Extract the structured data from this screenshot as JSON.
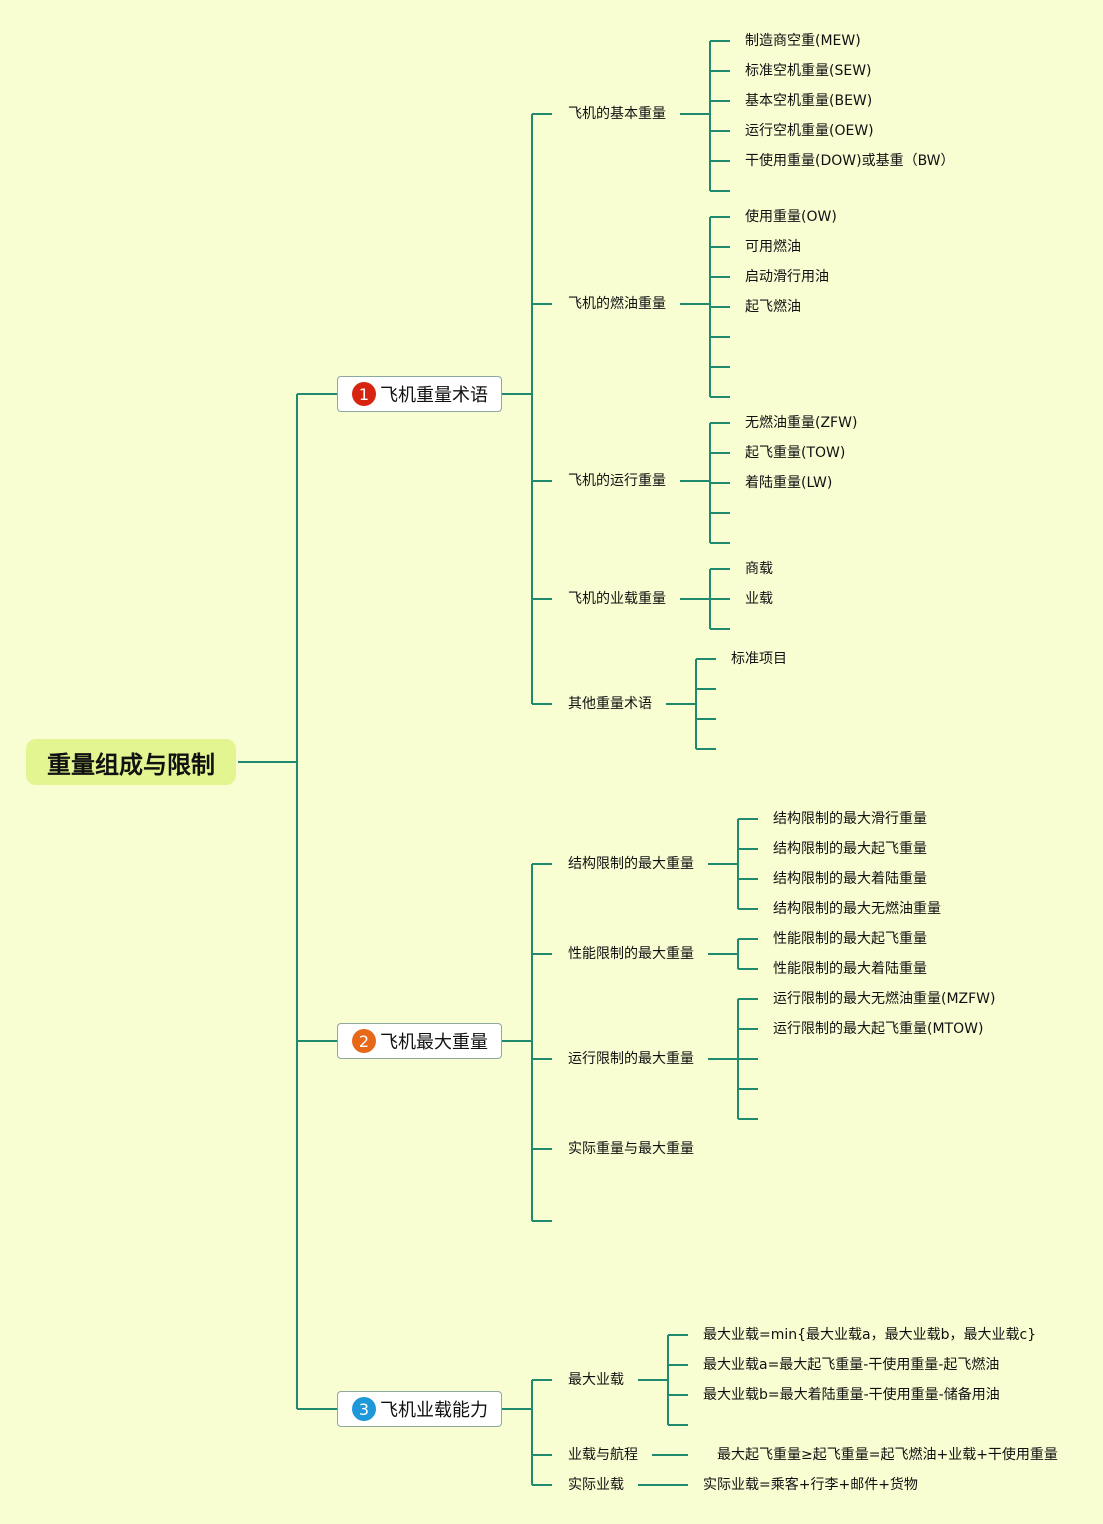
{
  "root": {
    "label": "重量组成与限制"
  },
  "colors": {
    "line": "#1f8a6e",
    "root_bg": "#e2f590",
    "background": "#f8fdd2"
  },
  "branches": [
    {
      "number": "1",
      "label": "飞机重量术语",
      "badge_color": "#d62410",
      "children": [
        {
          "label": "飞机的基本重量",
          "items": [
            "制造商空重(MEW)",
            "标准空机重量(SEW)",
            "基本空机重量(BEW)",
            "运行空机重量(OEW)",
            "干使用重量(DOW)或基重（BW）",
            ""
          ]
        },
        {
          "label": "飞机的燃油重量",
          "items": [
            "使用重量(OW)",
            "可用燃油",
            "启动滑行用油",
            "起飞燃油",
            "",
            "",
            ""
          ]
        },
        {
          "label": "飞机的运行重量",
          "items": [
            "无燃油重量(ZFW)",
            "起飞重量(TOW)",
            "着陆重量(LW)",
            "",
            ""
          ]
        },
        {
          "label": "飞机的业载重量",
          "items": [
            "商载",
            "业载",
            ""
          ]
        },
        {
          "label": "其他重量术语",
          "items": [
            "标准项目",
            "",
            "",
            ""
          ]
        }
      ]
    },
    {
      "number": "2",
      "label": "飞机最大重量",
      "badge_color": "#e8681a",
      "children": [
        {
          "label": "结构限制的最大重量",
          "items": [
            "结构限制的最大滑行重量",
            "结构限制的最大起飞重量",
            "结构限制的最大着陆重量",
            "结构限制的最大无燃油重量"
          ]
        },
        {
          "label": "性能限制的最大重量",
          "items": [
            "性能限制的最大起飞重量",
            "性能限制的最大着陆重量"
          ]
        },
        {
          "label": "运行限制的最大重量",
          "items": [
            "运行限制的最大无燃油重量(MZFW)",
            "运行限制的最大起飞重量(MTOW)",
            "",
            "",
            ""
          ]
        },
        {
          "label": "实际重量与最大重量",
          "items": []
        },
        {
          "label": "",
          "items": []
        }
      ]
    },
    {
      "number": "3",
      "label": "飞机业载能力",
      "badge_color": "#1e98d8",
      "children": [
        {
          "label": "最大业载",
          "items": [
            "最大业载=min{最大业载a，最大业载b，最大业载c}",
            "最大业载a=最大起飞重量-干使用重量-起飞燃油",
            "最大业载b=最大着陆重量-干使用重量-储备用油",
            ""
          ]
        },
        {
          "label": "业载与航程",
          "items": [
            "最大起飞重量≥起飞重量=起飞燃油+业载+干使用重量"
          ]
        },
        {
          "label": "实际业载",
          "items": [
            "实际业载=乘客+行李+邮件+货物"
          ]
        }
      ]
    }
  ]
}
